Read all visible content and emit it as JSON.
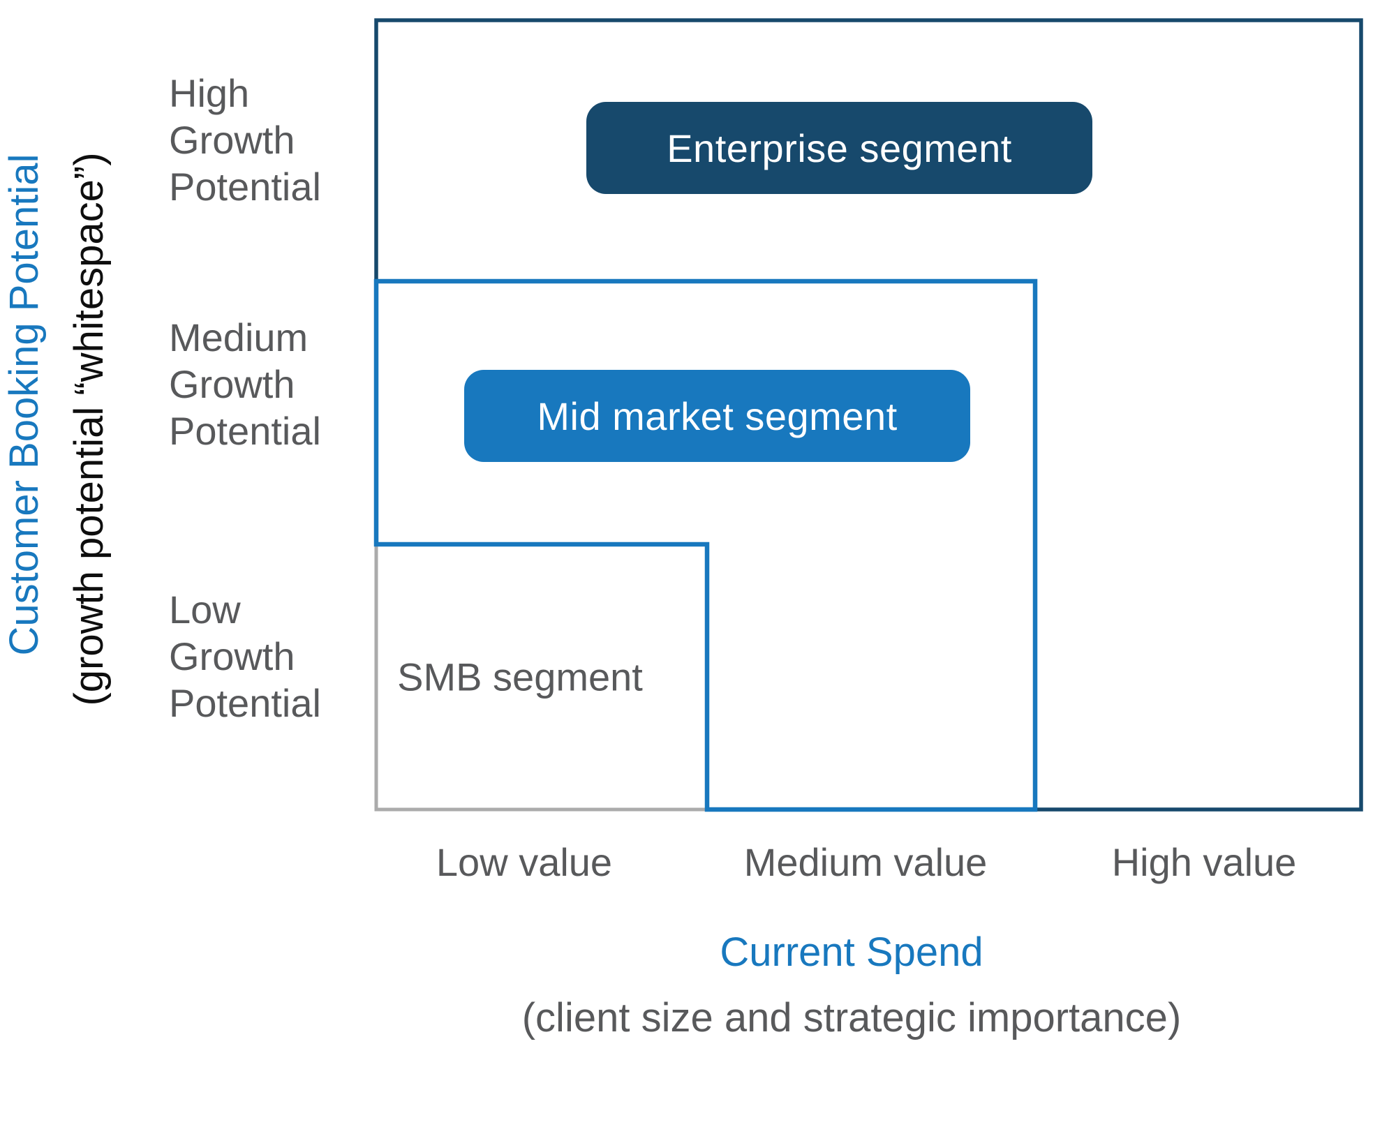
{
  "colors": {
    "navy": "#17496C",
    "blue": "#1878BE",
    "gray_border": "#ABABAB",
    "label_gray": "#58595B",
    "black": "#0E0E0E",
    "white": "#FFFFFF"
  },
  "y_axis": {
    "title": "Customer Booking Potential",
    "subtitle": "(growth potential “whitespace”)",
    "tick_high": "High\nGrowth\nPotential",
    "tick_medium": "Medium\nGrowth\nPotential",
    "tick_low": "Low\nGrowth\nPotential"
  },
  "x_axis": {
    "title": "Current Spend",
    "subtitle": "(client size and strategic importance)",
    "tick_low": "Low value",
    "tick_medium": "Medium value",
    "tick_high": "High value"
  },
  "segments": {
    "enterprise": {
      "label": "Enterprise segment",
      "x_extent": [
        "Low value",
        "High value"
      ],
      "y_extent": [
        "Low Growth Potential",
        "High Growth Potential"
      ]
    },
    "mid_market": {
      "label": "Mid market segment",
      "x_extent": [
        "Low value",
        "Medium value"
      ],
      "y_extent": [
        "Low Growth Potential",
        "Medium Growth Potential"
      ]
    },
    "smb": {
      "label": "SMB segment",
      "x_extent": [
        "Low value"
      ],
      "y_extent": [
        "Low Growth Potential"
      ]
    }
  }
}
